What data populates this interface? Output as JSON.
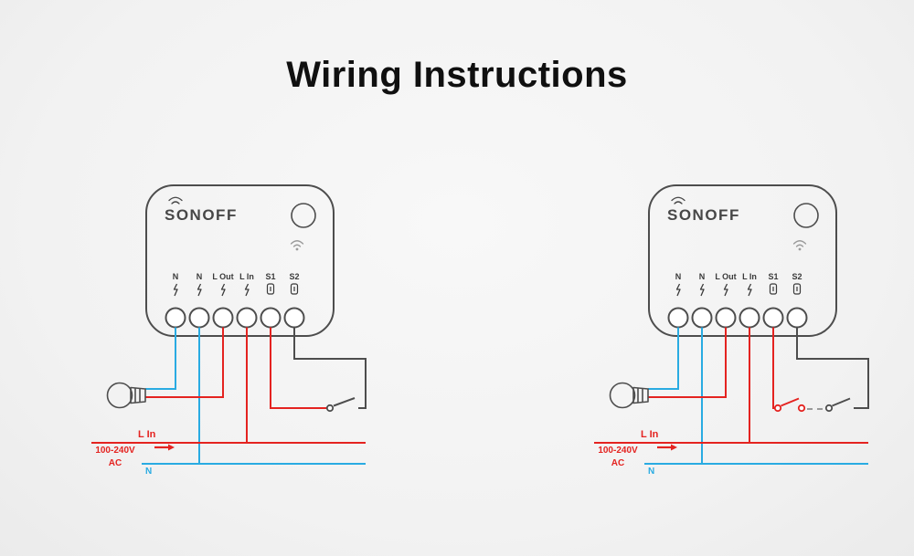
{
  "title": "Wiring Instructions",
  "device": {
    "brand": "SONOFF",
    "icons": {
      "power_button": "power-button",
      "wifi": "wifi-icon"
    },
    "terminals": [
      {
        "label": "N",
        "icon": "lightning-icon"
      },
      {
        "label": "N",
        "icon": "lightning-icon"
      },
      {
        "label": "L Out",
        "icon": "lightning-icon"
      },
      {
        "label": "L In",
        "icon": "lightning-icon"
      },
      {
        "label": "S1",
        "icon": "contact-icon"
      },
      {
        "label": "S2",
        "icon": "contact-icon"
      }
    ]
  },
  "power": {
    "line_label": "L In",
    "voltage": "100-240V",
    "supply": "AC",
    "neutral_label": "N"
  },
  "diagrams": [
    {
      "id": "single-switch-wiring",
      "switches": 1
    },
    {
      "id": "dual-switch-wiring",
      "switches": 2
    }
  ],
  "colors": {
    "live": "#e42320",
    "neutral": "#29abe2",
    "outline": "#4d4d4d",
    "background": "#f2f2f2",
    "title": "#101010"
  }
}
